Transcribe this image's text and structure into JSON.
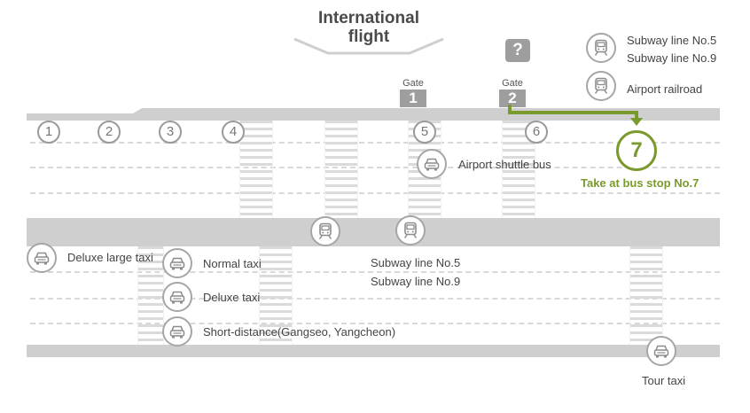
{
  "title": {
    "line1": "International",
    "line2": "flight"
  },
  "gates": [
    {
      "word": "Gate",
      "number": "1"
    },
    {
      "word": "Gate",
      "number": "2"
    }
  ],
  "help_symbol": "?",
  "stops": [
    "1",
    "2",
    "3",
    "4",
    "5",
    "6"
  ],
  "highlight_stop": {
    "number": "7",
    "label": "Take at bus stop No.7",
    "color": "#7a9a2e"
  },
  "top_right": {
    "subway_line_1": "Subway line No.5",
    "subway_line_2": "Subway line No.9",
    "railroad": "Airport railroad"
  },
  "airport_shuttle_bus": "Airport shuttle bus",
  "middle_subway": {
    "line_1": "Subway line No.5",
    "line_2": "Subway line No.9"
  },
  "taxis": {
    "deluxe_large": "Deluxe large taxi",
    "normal": "Normal taxi",
    "deluxe": "Deluxe taxi",
    "short_distance": "Short-distance(Gangseo, Yangcheon)",
    "tour": "Tour taxi"
  },
  "icons": {
    "train": "train-icon",
    "taxi": "taxi-icon",
    "bus": "bus-icon",
    "help": "question-icon"
  }
}
